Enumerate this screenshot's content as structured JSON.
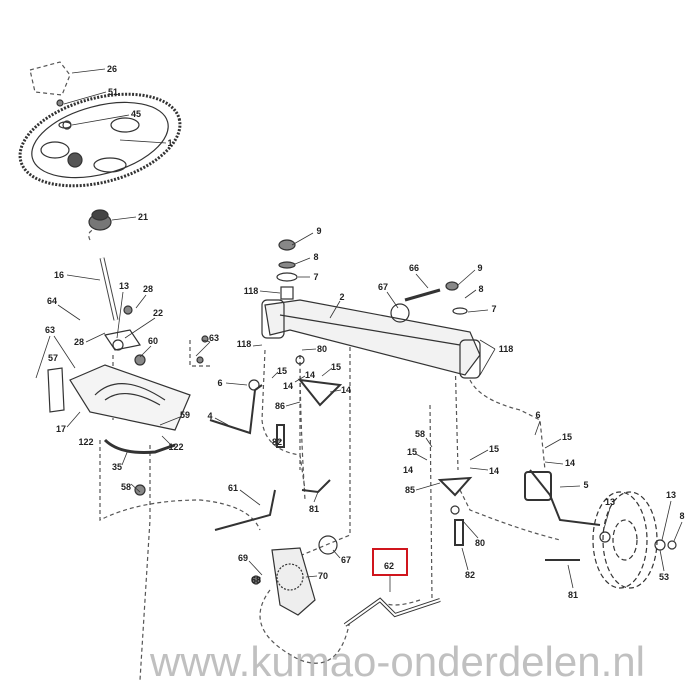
{
  "diagram": {
    "title": "Front axle and steering assembly",
    "watermark": "www.kumao-onderdelen.nl",
    "highlighted_part": "62",
    "highlight_color": "#d0151d"
  },
  "labels": [
    "26",
    "51",
    "45",
    "1",
    "21",
    "9",
    "8",
    "7",
    "118",
    "2",
    "66",
    "67",
    "9",
    "8",
    "7",
    "118",
    "16",
    "13",
    "28",
    "64",
    "22",
    "28",
    "63",
    "60",
    "63",
    "118",
    "80",
    "57",
    "6",
    "15",
    "14",
    "15",
    "14",
    "14",
    "86",
    "59",
    "4",
    "17",
    "122",
    "122",
    "82",
    "35",
    "58",
    "6",
    "15",
    "14",
    "15",
    "14",
    "15",
    "14",
    "85",
    "5",
    "61",
    "13",
    "13",
    "8",
    "80",
    "82",
    "69",
    "70",
    "67",
    "68",
    "62",
    "81",
    "81",
    "53",
    "58"
  ]
}
